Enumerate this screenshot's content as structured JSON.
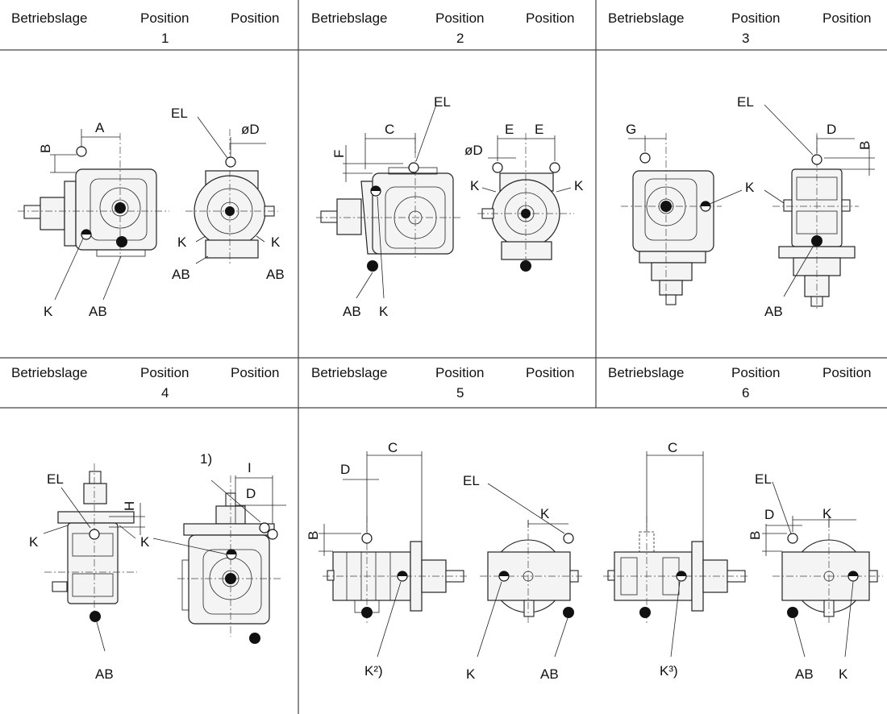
{
  "headers": [
    {
      "col1": "Betriebslage",
      "col2": "Position",
      "col3": "Position",
      "num": "1"
    },
    {
      "col1": "Betriebslage",
      "col2": "Position",
      "col3": "Position",
      "num": "2"
    },
    {
      "col1": "Betriebslage",
      "col2": "Position",
      "col3": "Position",
      "num": "3"
    },
    {
      "col1": "Betriebslage",
      "col2": "Position",
      "col3": "Position",
      "num": "4"
    },
    {
      "col1": "Betriebslage",
      "col2": "Position",
      "col3": "Position",
      "num": "5"
    },
    {
      "col1": "Betriebslage",
      "col2": "Position",
      "col3": "Position",
      "num": "6"
    }
  ],
  "labels": {
    "EL": "EL",
    "K": "K",
    "AB": "AB",
    "A": "A",
    "B": "B",
    "C": "C",
    "D": "D",
    "oD": "øD",
    "E": "E",
    "F": "F",
    "G": "G",
    "H": "H",
    "I": "I",
    "note1": "1)",
    "K2": "K²)",
    "K3": "K³)"
  },
  "colors": {
    "line": "#111111",
    "paper": "#ffffff"
  }
}
